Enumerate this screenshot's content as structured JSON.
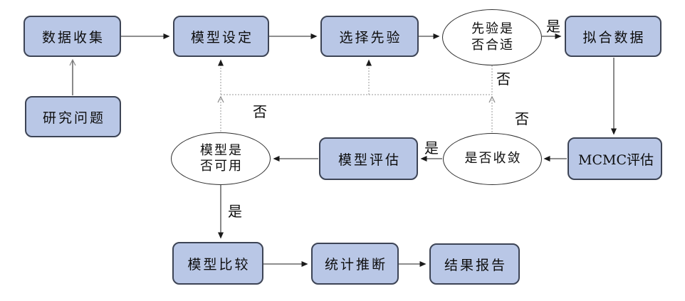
{
  "diagram": {
    "type": "flowchart",
    "language": "zh",
    "nodes": {
      "research_question": "研究问题",
      "data_collection": "数据收集",
      "model_setting": "模型设定",
      "prior_selection": "选择先验",
      "prior_check_line1": "先验是",
      "prior_check_line2": "否合适",
      "fit_data": "拟合数据",
      "mcmc_evaluation": "MCMC评估",
      "convergence_check": "是否收敛",
      "model_evaluation": "模型评估",
      "model_usable_line1": "模型是",
      "model_usable_line2": "否可用",
      "model_comparison": "模型比较",
      "statistical_inference": "统计推断",
      "result_report": "结果报告"
    },
    "edge_labels": {
      "prior_yes": "是",
      "prior_no": "否",
      "converge_yes": "是",
      "converge_no": "否",
      "usable_yes": "是",
      "usable_no": "否"
    },
    "colors": {
      "node_fill": "#b9c7e6",
      "node_border": "#3d4455",
      "ellipse_fill": "#ffffff",
      "ellipse_border": "#2e2e2e",
      "solid_line": "#4a4a4a",
      "dotted_line": "#999999",
      "background": "#ffffff",
      "text": "#0d0d0d"
    }
  }
}
